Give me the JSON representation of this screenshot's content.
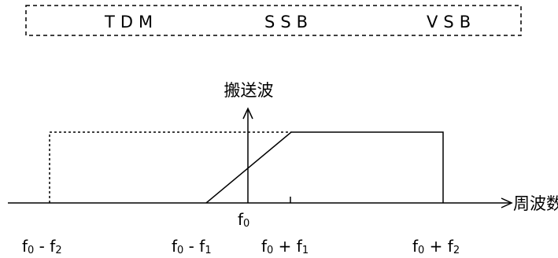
{
  "options": [
    "TDM",
    "SSB",
    "VSB"
  ],
  "axis": {
    "carrier_label": "搬送波",
    "frequency_label": "周波数"
  },
  "tick_labels": {
    "f0": {
      "base": "f",
      "sub": "0"
    },
    "f0_minus_f2": {
      "base": "f",
      "sub": "0",
      "mid": " - f",
      "sub2": "2"
    },
    "f0_minus_f1": {
      "base": "f",
      "sub": "0",
      "mid": " - f",
      "sub2": "1"
    },
    "f0_plus_f1": {
      "base": "f",
      "sub": "0",
      "mid": " + f",
      "sub2": "1"
    },
    "f0_plus_f2": {
      "base": "f",
      "sub": "0",
      "mid": " + f",
      "sub2": "2"
    }
  }
}
